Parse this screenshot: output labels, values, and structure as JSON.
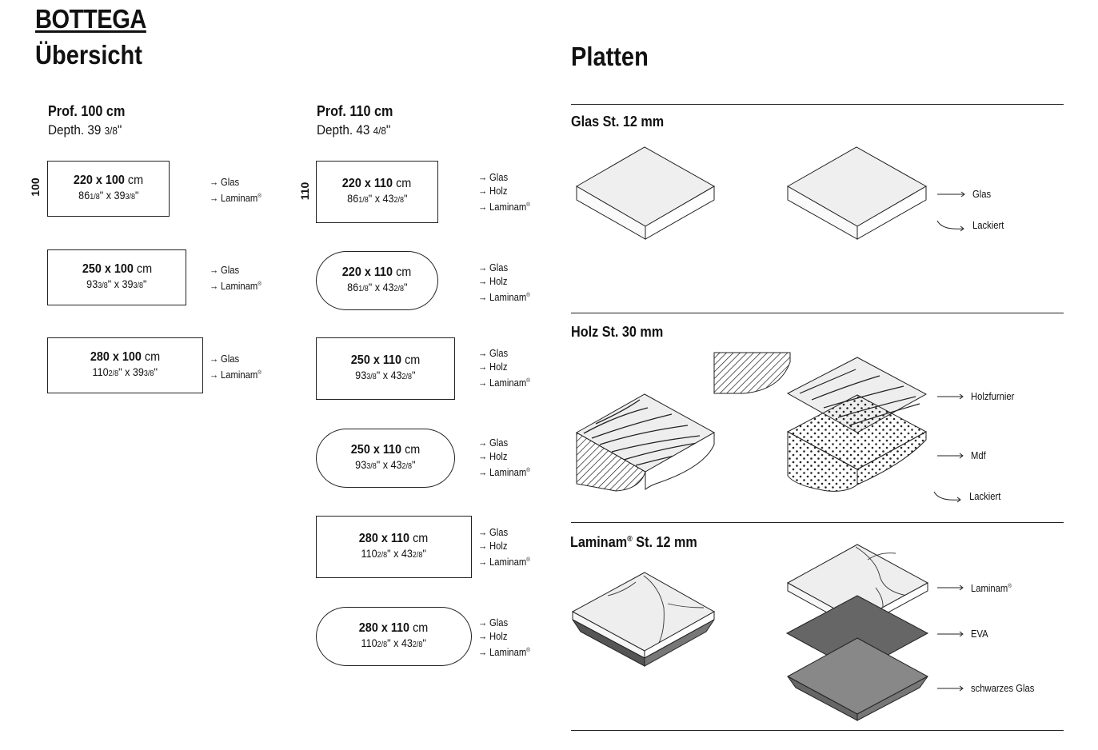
{
  "header": {
    "brand": "BOTTEGA",
    "subtitle": "Übersicht",
    "platten_title": "Platten"
  },
  "col100": {
    "prof": "Prof. 100 cm",
    "depth_main": "Depth. 39 ",
    "depth_frac": "3/8",
    "depth_end": "\"",
    "side_label": "100",
    "tables": [
      {
        "size": "220 x 100",
        "unit": " cm",
        "in_a": "86",
        "in_a_frac": "1/8",
        "in_b": "\" x 39",
        "in_b_frac": "3/8",
        "in_end": "\"",
        "materials": [
          "Glas",
          "Laminam"
        ]
      },
      {
        "size": "250 x 100",
        "unit": " cm",
        "in_a": "93",
        "in_a_frac": "3/8",
        "in_b": "\" x 39",
        "in_b_frac": "3/8",
        "in_end": "\"",
        "materials": [
          "Glas",
          "Laminam"
        ]
      },
      {
        "size": "280 x 100",
        "unit": " cm",
        "in_a": "110",
        "in_a_frac": "2/8",
        "in_b": "\" x 39",
        "in_b_frac": "3/8",
        "in_end": "\"",
        "materials": [
          "Glas",
          "Laminam"
        ]
      }
    ]
  },
  "col110": {
    "prof": "Prof. 110 cm",
    "depth_main": "Depth. 43 ",
    "depth_frac": "4/8",
    "depth_end": "\"",
    "side_label": "110",
    "tables": [
      {
        "size": "220 x 110",
        "unit": " cm",
        "in_a": "86",
        "in_a_frac": "1/8",
        "in_b": "\" x 43",
        "in_b_frac": "2/8",
        "in_end": "\"",
        "materials": [
          "Glas",
          "Holz",
          "Laminam"
        ]
      },
      {
        "size": "220 x 110",
        "unit": " cm",
        "in_a": "86",
        "in_a_frac": "1/8",
        "in_b": "\" x 43",
        "in_b_frac": "2/8",
        "in_end": "\"",
        "materials": [
          "Glas",
          "Holz",
          "Laminam"
        ]
      },
      {
        "size": "250 x 110",
        "unit": " cm",
        "in_a": "93",
        "in_a_frac": "3/8",
        "in_b": "\" x 43",
        "in_b_frac": "2/8",
        "in_end": "\"",
        "materials": [
          "Glas",
          "Holz",
          "Laminam"
        ]
      },
      {
        "size": "250 x 110",
        "unit": " cm",
        "in_a": "93",
        "in_a_frac": "3/8",
        "in_b": "\" x 43",
        "in_b_frac": "2/8",
        "in_end": "\"",
        "materials": [
          "Glas",
          "Holz",
          "Laminam"
        ]
      },
      {
        "size": "280 x 110",
        "unit": " cm",
        "in_a": "110",
        "in_a_frac": "2/8",
        "in_b": "\" x 43",
        "in_b_frac": "2/8",
        "in_end": "\"",
        "materials": [
          "Glas",
          "Holz",
          "Laminam"
        ]
      },
      {
        "size": "280 x 110",
        "unit": " cm",
        "in_a": "110",
        "in_a_frac": "2/8",
        "in_b": "\" x 43",
        "in_b_frac": "2/8",
        "in_end": "\"",
        "materials": [
          "Glas",
          "Holz",
          "Laminam"
        ]
      }
    ]
  },
  "arrow_glyph": "→",
  "registered": "®",
  "platten": {
    "glas": {
      "title": "Glas St. 12 mm",
      "callouts": [
        "Glas",
        "Lackiert"
      ]
    },
    "holz": {
      "title": "Holz St. 30 mm",
      "callouts": [
        "Holzfurnier",
        "Mdf",
        "Lackiert"
      ]
    },
    "laminam": {
      "title_a": "Laminam",
      "title_b": " St. 12 mm",
      "callouts": [
        "Laminam",
        "EVA",
        "schwarzes Glas"
      ]
    }
  },
  "icons": {
    "plain_arrow": "long-right-arrow-icon",
    "curved_arrow": "curved-arrow-icon"
  }
}
